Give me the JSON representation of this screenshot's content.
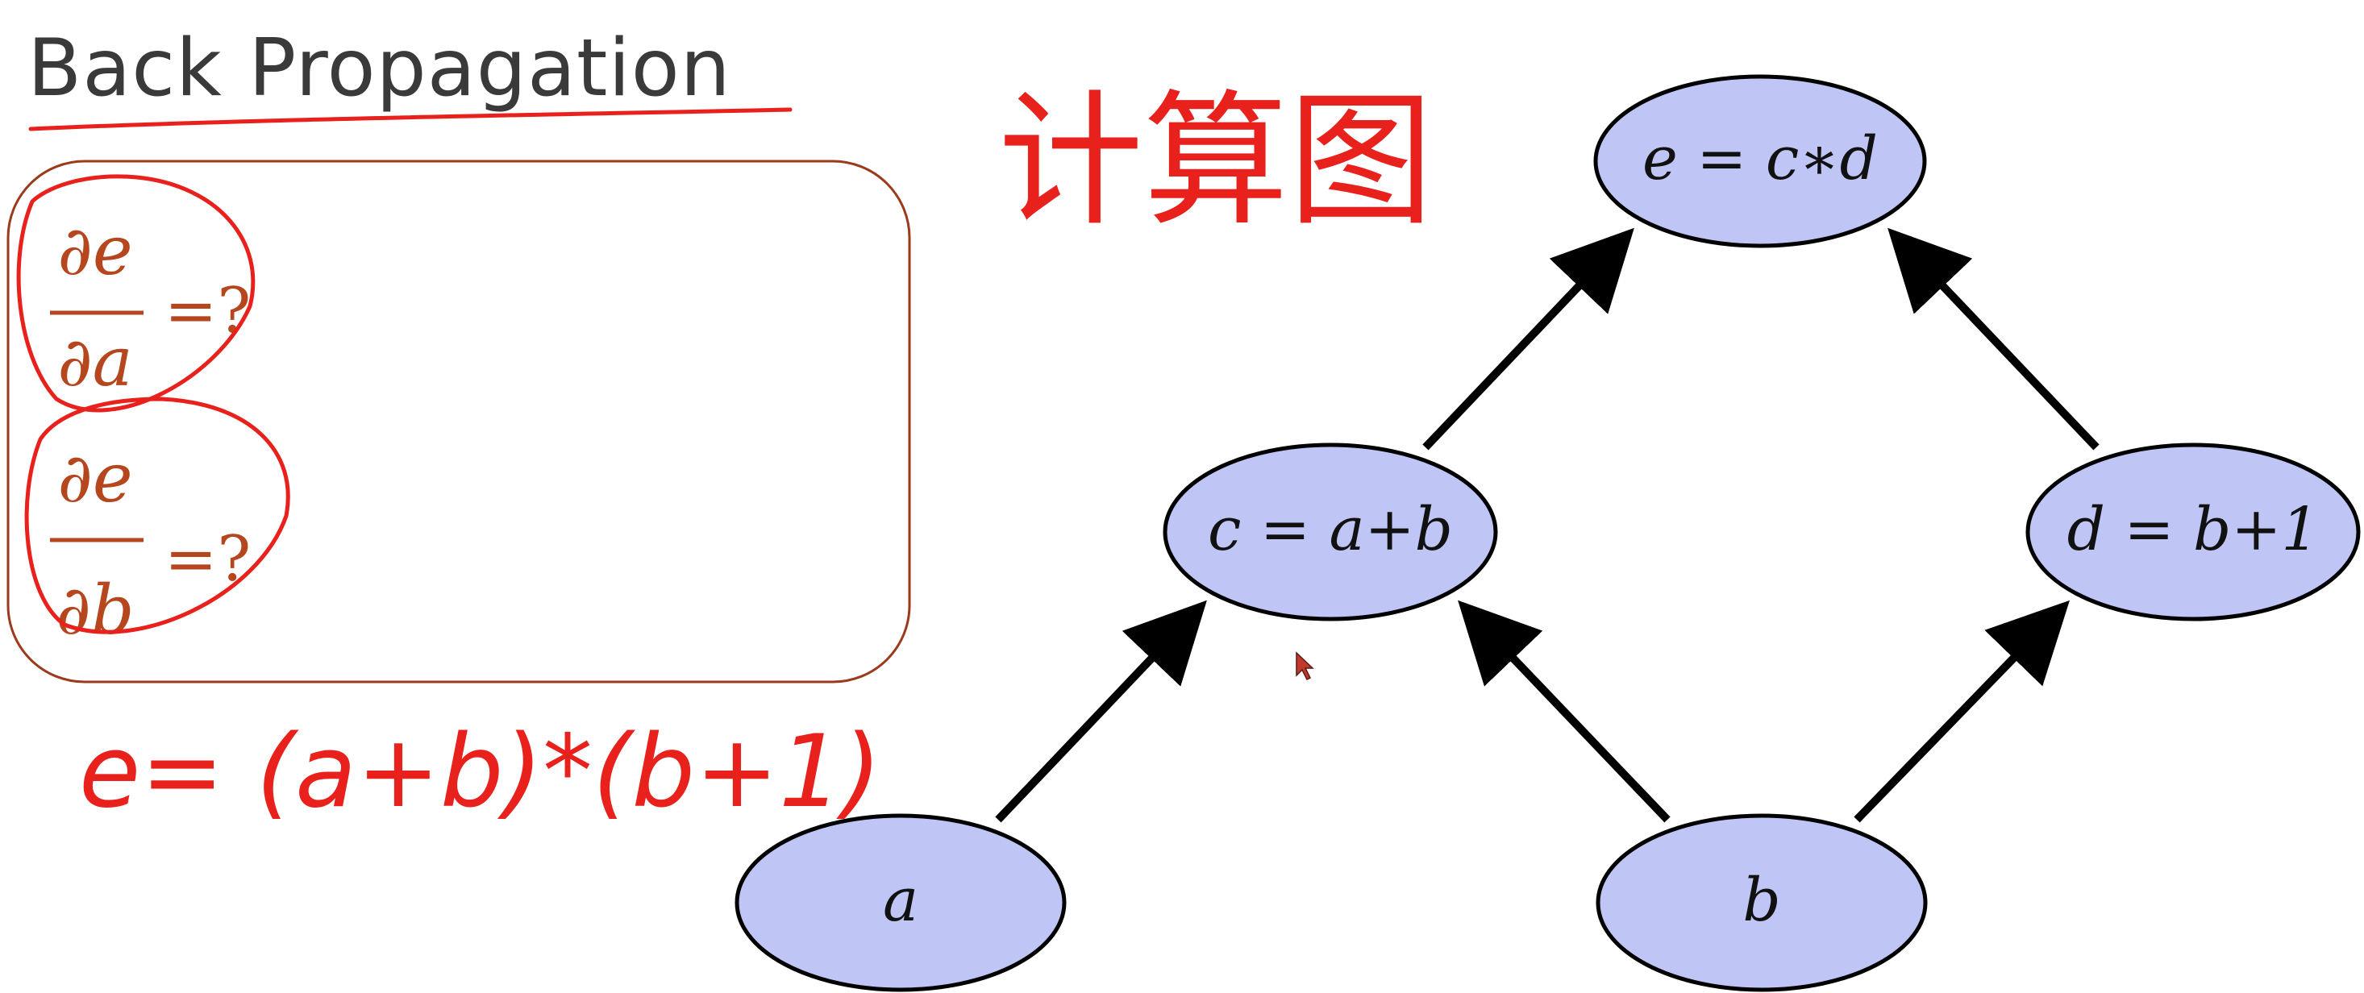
{
  "slide": {
    "title": "Back Propagation",
    "questions": [
      {
        "numerator": "∂e",
        "denominator": "∂a",
        "suffix": "=?"
      },
      {
        "numerator": "∂e",
        "denominator": "∂b",
        "suffix": "=?"
      }
    ],
    "handwriting": {
      "expression": "e= (a+b)*(b+1)",
      "chinese_note": "计算图"
    }
  },
  "graph": {
    "nodes": [
      {
        "id": "e",
        "label": "e = c∗d"
      },
      {
        "id": "c",
        "label": "c = a+b"
      },
      {
        "id": "d",
        "label": "d = b+1"
      },
      {
        "id": "a",
        "label": "a"
      },
      {
        "id": "b",
        "label": "b"
      }
    ],
    "edges": [
      {
        "from": "a",
        "to": "c"
      },
      {
        "from": "b",
        "to": "c"
      },
      {
        "from": "b",
        "to": "d"
      },
      {
        "from": "c",
        "to": "e"
      },
      {
        "from": "d",
        "to": "e"
      }
    ]
  },
  "colors": {
    "node_fill": "#bfc6f5",
    "node_stroke": "#000000",
    "arrow": "#000000",
    "formula": "#b5461e",
    "box_border": "#9c3a1c",
    "ink_red": "#e8211c",
    "title_text": "#3a3a3a"
  }
}
